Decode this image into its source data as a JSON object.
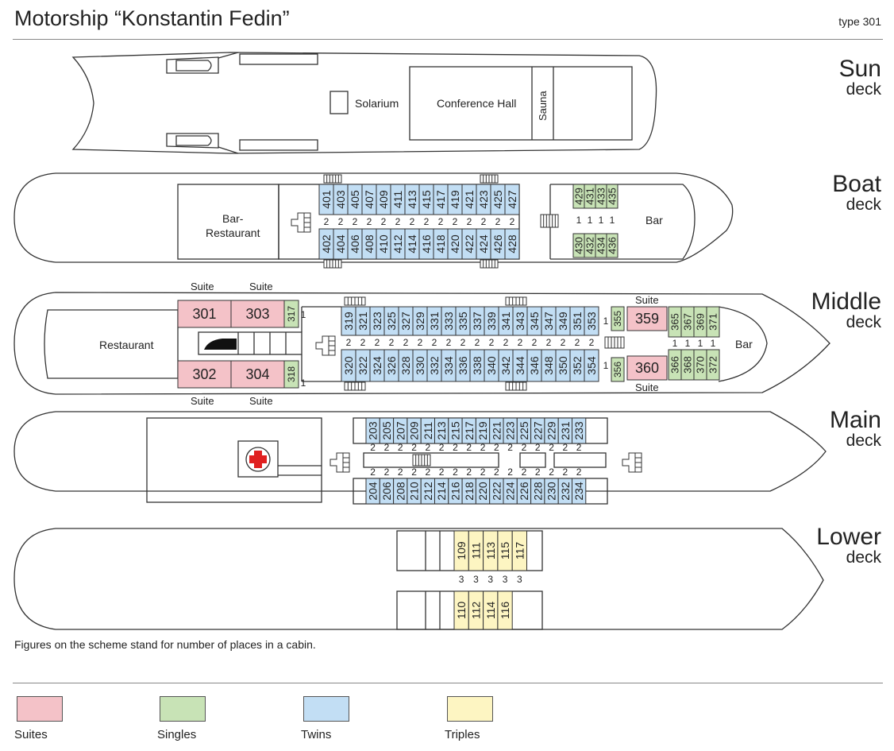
{
  "title": "Motorship “Konstantin Fedin”",
  "type_label": "type 301",
  "note": "Figures on the scheme stand for number of places in a cabin.",
  "colors": {
    "suite": "#f4c2c8",
    "single": "#c8e3b6",
    "twin": "#c2def4",
    "triple": "#fdf5c2"
  },
  "decks": {
    "sun": {
      "name": "Sun",
      "word": "deck",
      "labels": {
        "solarium": "Solarium",
        "conference": "Conference Hall",
        "sauna": "Sauna"
      }
    },
    "boat": {
      "name": "Boat",
      "word": "deck",
      "labels": {
        "bar_restaurant_1": "Bar-",
        "bar_restaurant_2": "Restaurant",
        "bar": "Bar"
      }
    },
    "middle": {
      "name": "Middle",
      "word": "deck",
      "labels": {
        "restaurant": "Restaurant",
        "bar": "Bar",
        "suite": "Suite"
      }
    },
    "main": {
      "name": "Main",
      "word": "deck"
    },
    "lower": {
      "name": "Lower",
      "word": "deck"
    }
  },
  "cabins": {
    "boat_twin_top": {
      "type": "twin",
      "places": "2",
      "numbers": [
        "401",
        "403",
        "405",
        "407",
        "409",
        "411",
        "413",
        "415",
        "417",
        "419",
        "421",
        "423",
        "425",
        "427"
      ]
    },
    "boat_twin_bottom": {
      "type": "twin",
      "places": "2",
      "numbers": [
        "402",
        "404",
        "406",
        "408",
        "410",
        "412",
        "414",
        "416",
        "418",
        "420",
        "422",
        "424",
        "426",
        "428"
      ]
    },
    "boat_single_top": {
      "type": "single",
      "places": "1",
      "numbers": [
        "429",
        "431",
        "433",
        "435"
      ]
    },
    "boat_single_bottom": {
      "type": "single",
      "places": "1",
      "numbers": [
        "430",
        "432",
        "434",
        "436"
      ]
    },
    "middle_suites": [
      {
        "number": "301",
        "type": "suite",
        "label": "Suite"
      },
      {
        "number": "303",
        "type": "suite",
        "label": "Suite"
      },
      {
        "number": "302",
        "type": "suite",
        "label": "Suite"
      },
      {
        "number": "304",
        "type": "suite",
        "label": "Suite"
      },
      {
        "number": "359",
        "type": "suite",
        "label": "Suite"
      },
      {
        "number": "360",
        "type": "suite",
        "label": "Suite"
      }
    ],
    "middle_singles_aft": [
      {
        "number": "317",
        "places": "1"
      },
      {
        "number": "318",
        "places": "1"
      }
    ],
    "middle_singles_mid": [
      {
        "number": "355",
        "places": "1"
      },
      {
        "number": "356",
        "places": "1"
      }
    ],
    "middle_twin_top": {
      "type": "twin",
      "places": "2",
      "numbers": [
        "319",
        "321",
        "323",
        "325",
        "327",
        "329",
        "331",
        "333",
        "335",
        "337",
        "339",
        "341",
        "343",
        "345",
        "347",
        "349",
        "351",
        "353"
      ]
    },
    "middle_twin_bottom": {
      "type": "twin",
      "places": "2",
      "numbers": [
        "320",
        "322",
        "324",
        "326",
        "328",
        "330",
        "332",
        "334",
        "336",
        "338",
        "340",
        "342",
        "344",
        "346",
        "348",
        "350",
        "352",
        "354"
      ]
    },
    "middle_single_top": {
      "type": "single",
      "places": "1",
      "numbers": [
        "365",
        "367",
        "369",
        "371"
      ]
    },
    "middle_single_bottom": {
      "type": "single",
      "places": "1",
      "numbers": [
        "366",
        "368",
        "370",
        "372"
      ]
    },
    "main_twin_top": {
      "type": "twin",
      "places": "2",
      "numbers": [
        "203",
        "205",
        "207",
        "209",
        "211",
        "213",
        "215",
        "217",
        "219",
        "221",
        "223",
        "225",
        "227",
        "229",
        "231",
        "233"
      ]
    },
    "main_twin_bottom": {
      "type": "twin",
      "places": "2",
      "numbers": [
        "204",
        "206",
        "208",
        "210",
        "212",
        "214",
        "216",
        "218",
        "220",
        "222",
        "224",
        "226",
        "228",
        "230",
        "232",
        "234"
      ]
    },
    "lower_triple_top": {
      "type": "triple",
      "places": "3",
      "numbers": [
        "109",
        "111",
        "113",
        "115",
        "117"
      ]
    },
    "lower_triple_bottom": {
      "type": "triple",
      "places": "3",
      "numbers": [
        "110",
        "112",
        "114",
        "116"
      ]
    }
  },
  "legend": [
    {
      "label": "Suites",
      "color": "#f4c2c8"
    },
    {
      "label": "Singles",
      "color": "#c8e3b6"
    },
    {
      "label": "Twins",
      "color": "#c2def4"
    },
    {
      "label": "Triples",
      "color": "#fdf5c2"
    }
  ]
}
